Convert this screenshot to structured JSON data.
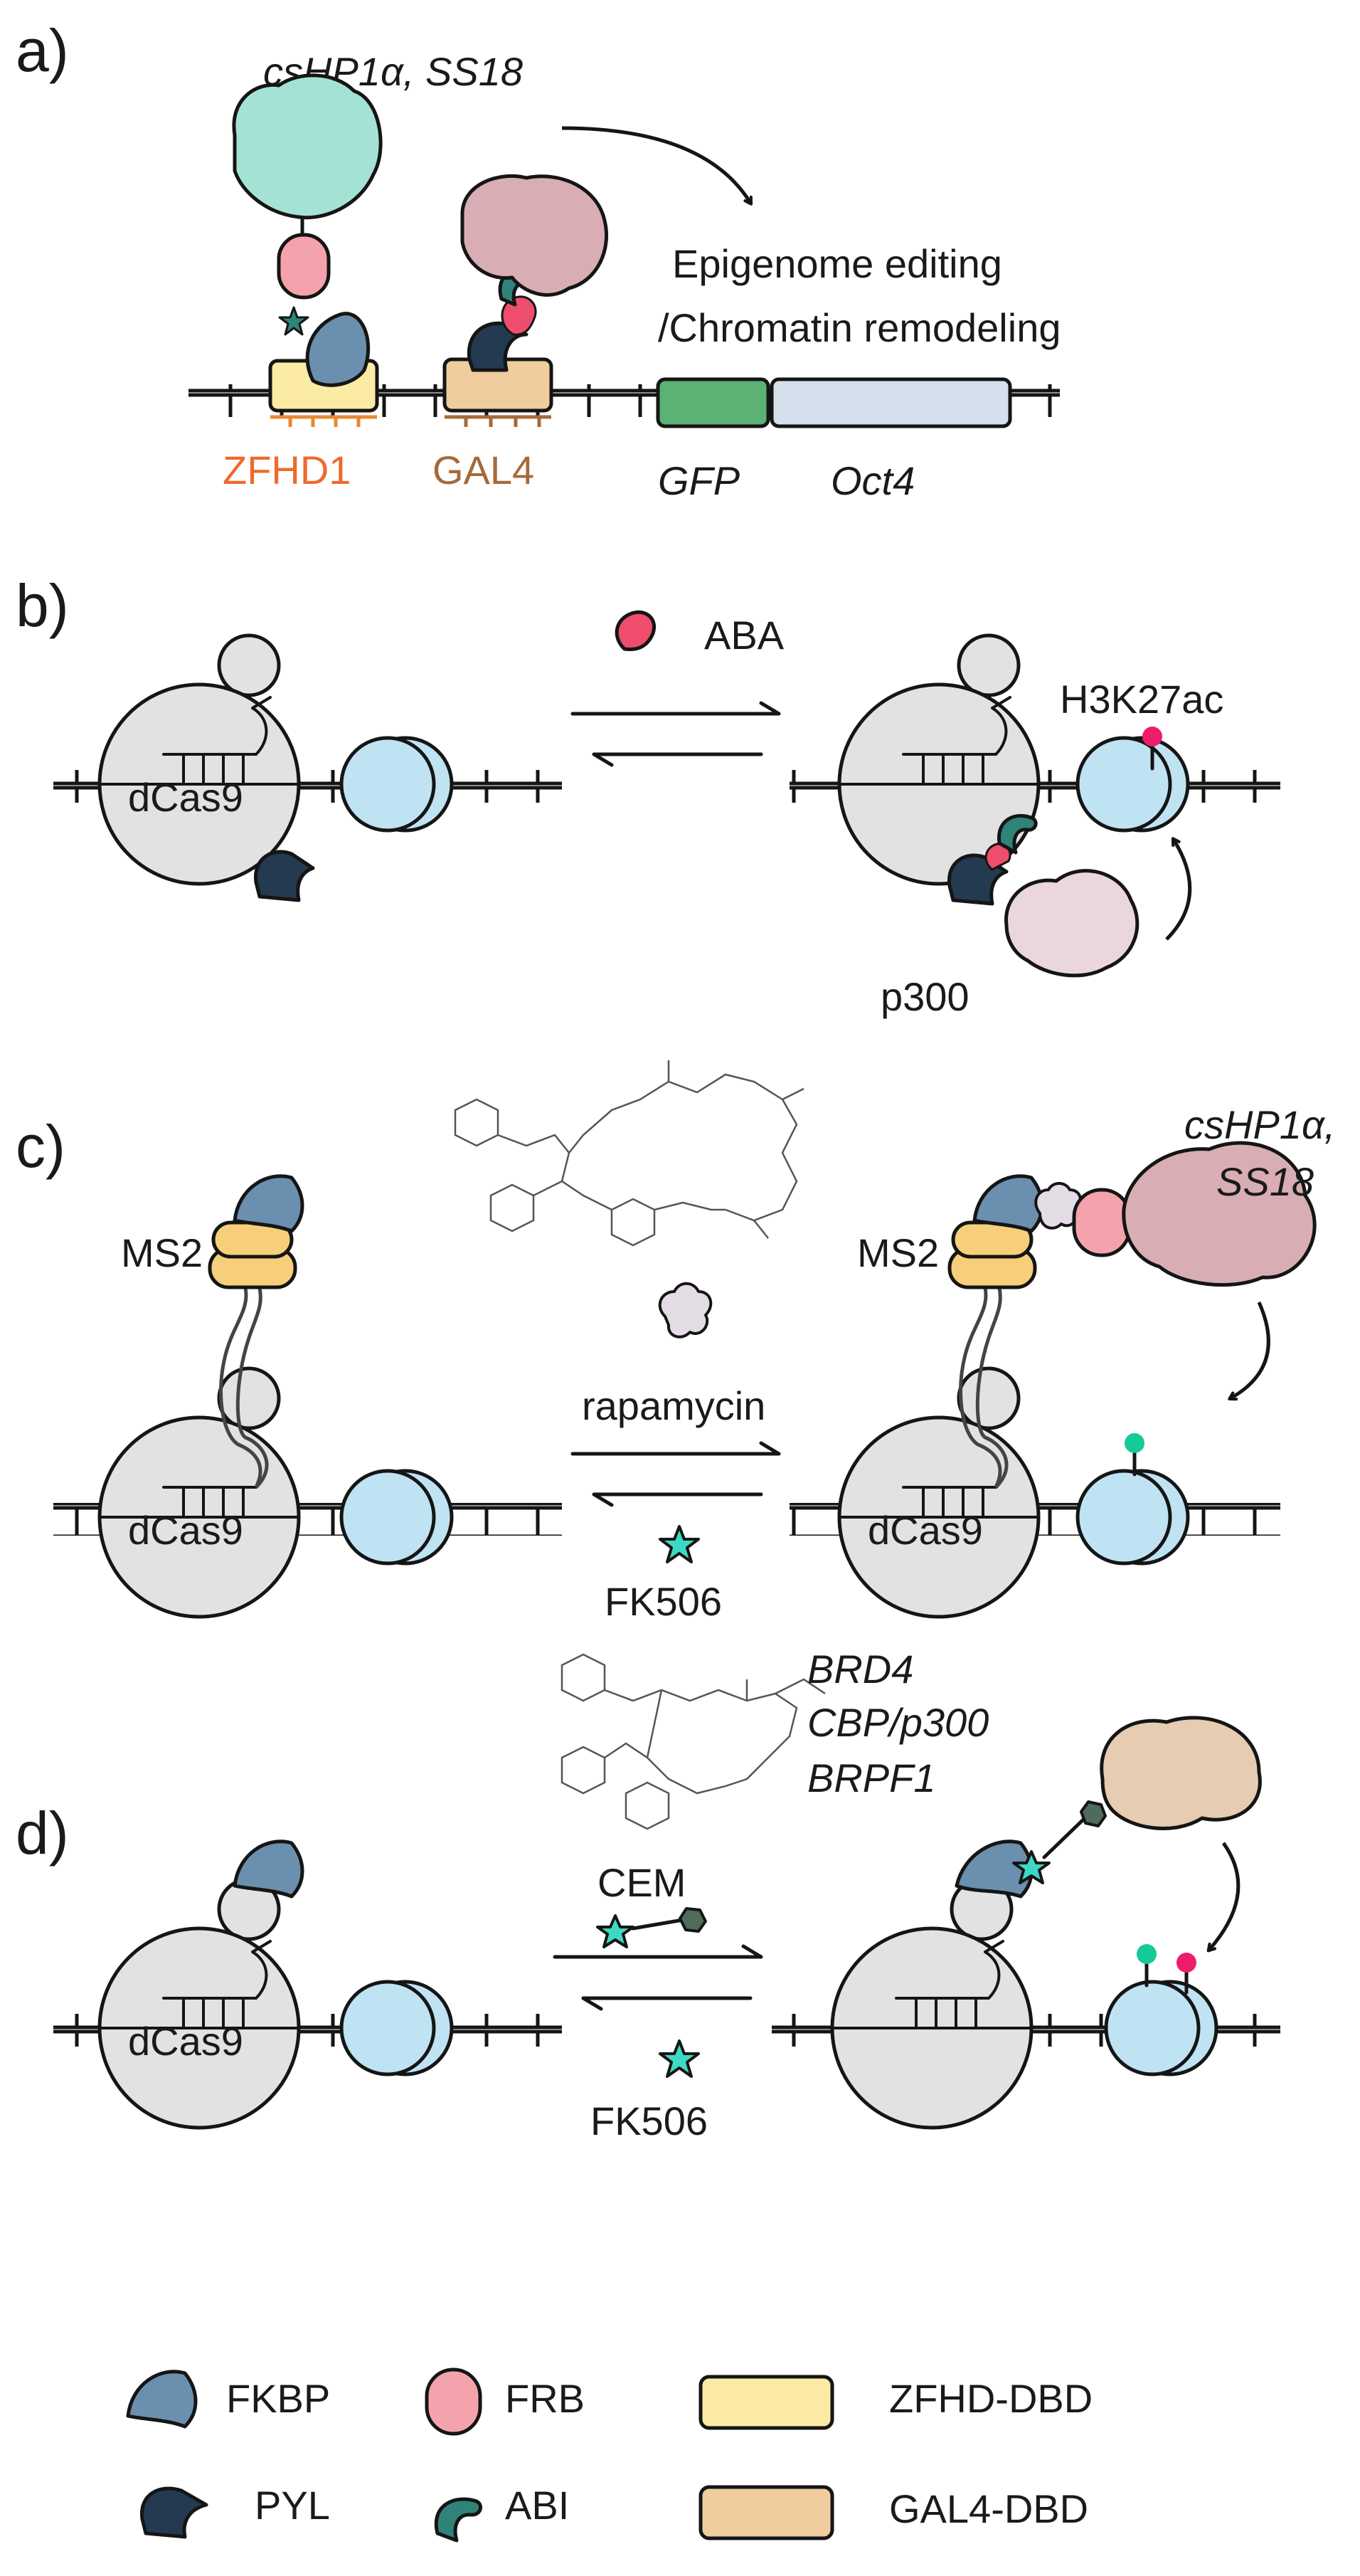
{
  "panels": {
    "a": {
      "letter": "a)",
      "effectors": "csHP1α, SS18",
      "outcome_line1": "Epigenome editing",
      "outcome_line2": "/Chromatin remodeling",
      "dbd1": "ZFHD1",
      "dbd2": "GAL4",
      "gene1": "GFP",
      "gene2": "Oct4"
    },
    "b": {
      "letter": "b)",
      "inducer": "ABA",
      "mark": "H3K27ac",
      "dcas9_left": "dCas9",
      "recruited": "p300"
    },
    "c": {
      "letter": "c)",
      "ms2_left": "MS2",
      "ms2_right": "MS2",
      "inducer": "rapamycin",
      "reverser": "FK506",
      "dcas9_left": "dCas9",
      "dcas9_right": "dCas9",
      "effectors_line1": "csHP1α,",
      "effectors_line2": "SS18"
    },
    "d": {
      "letter": "d)",
      "inducer": "CEM",
      "reverser": "FK506",
      "dcas9_left": "dCas9",
      "effector1": "BRD4",
      "effector2": "CBP/p300",
      "effector3": "BRPF1"
    }
  },
  "legend": {
    "fkbp": "FKBP",
    "pyl": "PYL",
    "frb": "FRB",
    "abi": "ABI",
    "zfhd": "ZFHD-DBD",
    "gal4": "GAL4-DBD"
  },
  "colors": {
    "fkbp": "#6b8fae",
    "pyl": "#233a50",
    "frb": "#f4a3ad",
    "abi": "#2f8378",
    "zfhd": "#fbeba5",
    "gal4": "#f0cc9e",
    "dcas9": "#e2e2e2",
    "nucleosome": "#bfe3f2",
    "effector_mint": "#a5e2d6",
    "effector_rose": "#d8aeb4",
    "effector_pink": "#ead7dc",
    "effector_tan": "#e6ccb0",
    "gfp": "#5cb174",
    "oct4": "#d4e0eb",
    "star": "#3ed9c5",
    "ac_mark": "#ee1d6b",
    "me_mark": "#16c999"
  }
}
